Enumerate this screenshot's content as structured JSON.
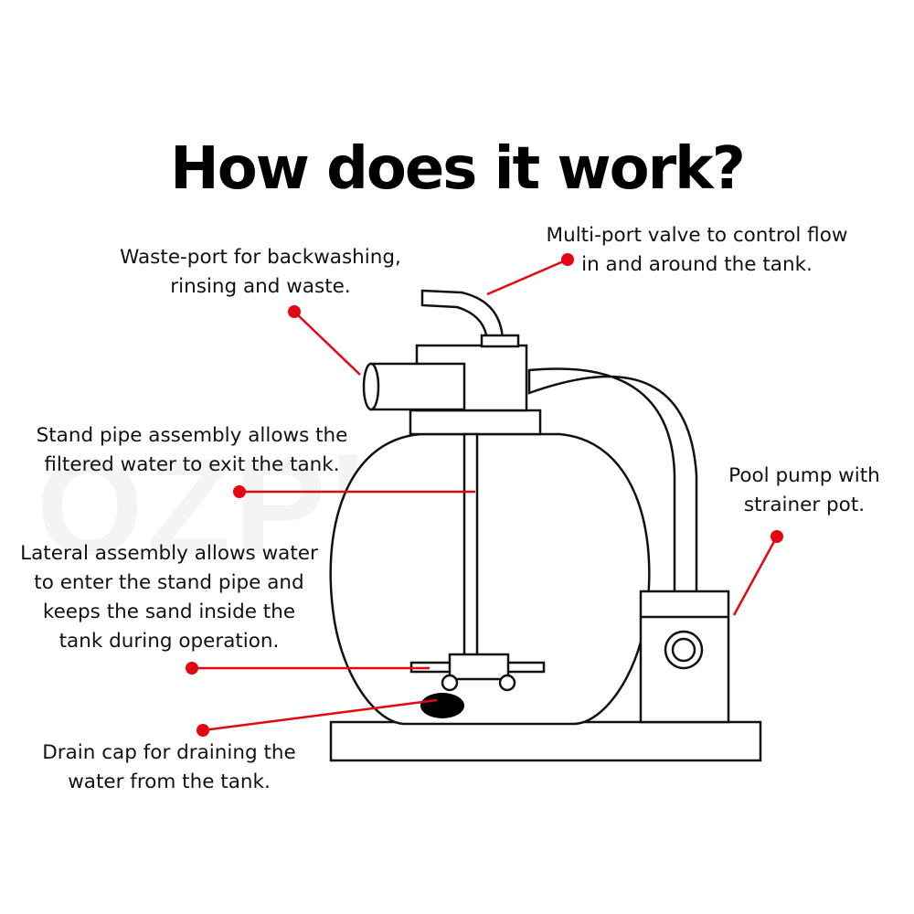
{
  "title": "How does it work?",
  "watermark": "OZPlaza",
  "colors": {
    "accent": "#e30613",
    "stroke": "#111111"
  },
  "callouts": {
    "waste_port": {
      "lines": [
        "Waste-port for backwashing,",
        "rinsing and waste."
      ]
    },
    "multiport_valve": {
      "lines": [
        "Multi-port valve to control flow",
        "in and around the tank."
      ]
    },
    "stand_pipe": {
      "lines": [
        "Stand pipe assembly allows the",
        "filtered water to exit the tank."
      ]
    },
    "pool_pump": {
      "lines": [
        "Pool pump with",
        "strainer pot."
      ]
    },
    "lateral_assembly": {
      "lines": [
        "Lateral assembly allows water",
        "to enter the stand pipe and",
        "keeps the sand inside the",
        "tank during operation."
      ]
    },
    "drain_cap": {
      "lines": [
        "Drain cap for draining the",
        "water from the tank."
      ]
    }
  }
}
